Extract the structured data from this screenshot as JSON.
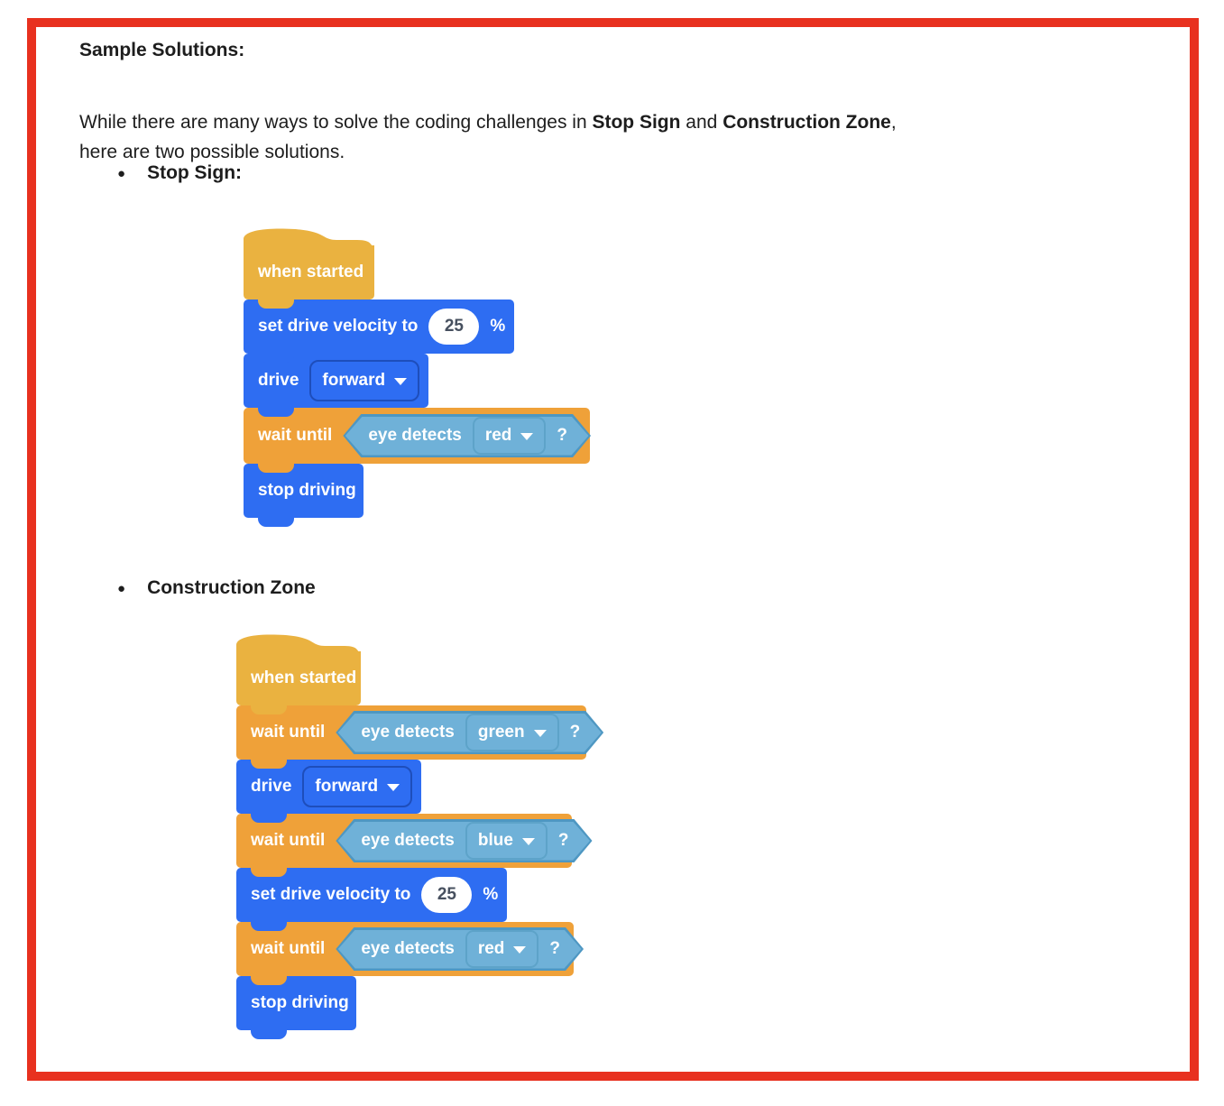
{
  "page": {
    "frame_color": "#e8311f",
    "background": "#ffffff"
  },
  "document": {
    "heading": "Sample Solutions:",
    "intro": {
      "seg1": "While there are many ways to solve the coding challenges in ",
      "bold1": "Stop Sign",
      "seg2": " and ",
      "bold2": "Construction Zone",
      "seg3": ",",
      "line2": "here are two possible solutions."
    },
    "bullet_char": "●",
    "sections": [
      {
        "label": "Stop Sign:"
      },
      {
        "label": "Construction Zone"
      }
    ]
  },
  "colors": {
    "hat_yellow": "#eab240",
    "control_orange": "#efa139",
    "drive_blue": "#2e6df2",
    "sensing_fill": "#6fb1d8",
    "sensing_border": "#4e97c2",
    "value_text": "#47505f"
  },
  "stacks": {
    "stop_sign": {
      "hat_label": "when started",
      "set_velocity": {
        "label": "set drive velocity to",
        "value": "25",
        "unit": "%"
      },
      "drive": {
        "label": "drive",
        "direction": "forward"
      },
      "wait": {
        "label": "wait until",
        "condition": "eye detects",
        "color": "red",
        "suffix": "?"
      },
      "stop_label": "stop driving"
    },
    "construction_zone": {
      "hat_label": "when started",
      "wait_green": {
        "label": "wait until",
        "condition": "eye detects",
        "color": "green",
        "suffix": "?"
      },
      "drive": {
        "label": "drive",
        "direction": "forward"
      },
      "wait_blue": {
        "label": "wait until",
        "condition": "eye detects",
        "color": "blue",
        "suffix": "?"
      },
      "set_velocity": {
        "label": "set drive velocity to",
        "value": "25",
        "unit": "%"
      },
      "wait_red": {
        "label": "wait until",
        "condition": "eye detects",
        "color": "red",
        "suffix": "?"
      },
      "stop_label": "stop driving"
    }
  }
}
